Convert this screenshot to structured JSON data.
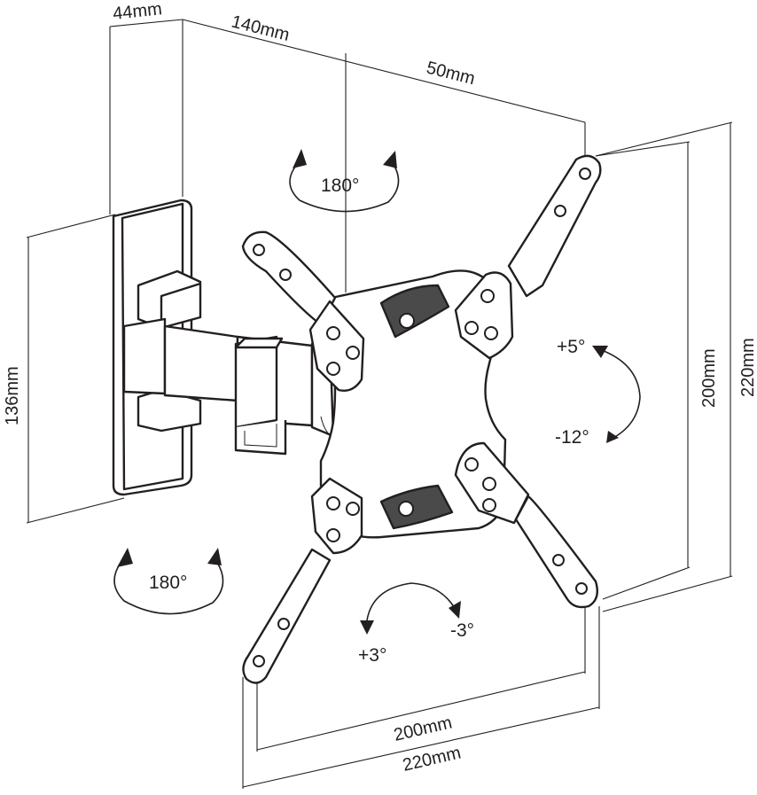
{
  "dimensions": {
    "wall_plate_depth": "44mm",
    "arm_extension": "140mm",
    "profile": "50mm",
    "wall_plate_height": "136mm",
    "vesa_vertical_inner": "200mm",
    "vesa_vertical_outer": "220mm",
    "vesa_horizontal_inner": "200mm",
    "vesa_horizontal_outer": "220mm"
  },
  "angles": {
    "swivel_top": "180°",
    "swivel_bottom": "180°",
    "tilt_up": "+5°",
    "tilt_down": "-12°",
    "rotate_plus": "+3°",
    "rotate_minus": "-3°"
  }
}
